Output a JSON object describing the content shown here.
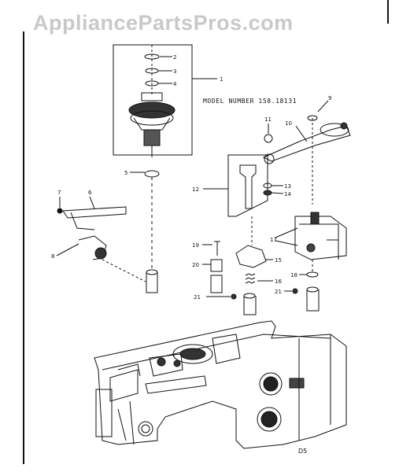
{
  "watermark": "AppliancePartsPros.com",
  "model_label": "MODEL NUMBER 158.18131",
  "page_code": "D5",
  "callouts": [
    "1",
    "2",
    "3",
    "4",
    "5",
    "6",
    "7",
    "8",
    "9",
    "10",
    "11",
    "12",
    "13",
    "14",
    "15",
    "16",
    "17",
    "18",
    "19",
    "20",
    "21",
    "21"
  ]
}
